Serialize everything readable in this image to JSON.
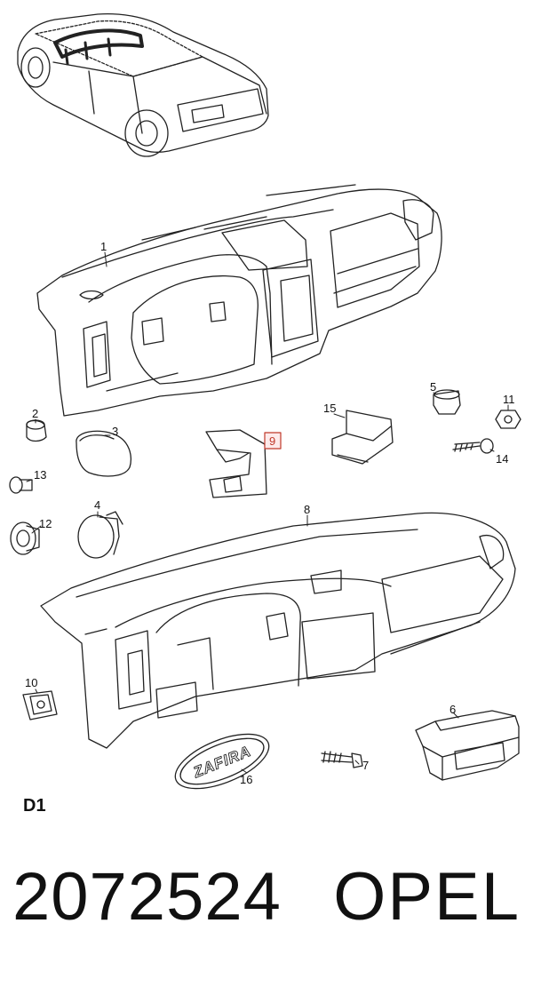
{
  "diagram": {
    "callouts": [
      {
        "id": "1",
        "text": "1",
        "highlighted": false
      },
      {
        "id": "2",
        "text": "2",
        "highlighted": false
      },
      {
        "id": "3",
        "text": "3",
        "highlighted": false
      },
      {
        "id": "4",
        "text": "4",
        "highlighted": false
      },
      {
        "id": "5",
        "text": "5",
        "highlighted": false
      },
      {
        "id": "6",
        "text": "6",
        "highlighted": false
      },
      {
        "id": "7",
        "text": "7",
        "highlighted": false
      },
      {
        "id": "8",
        "text": "8",
        "highlighted": false
      },
      {
        "id": "9",
        "text": "9",
        "highlighted": true
      },
      {
        "id": "10",
        "text": "10",
        "highlighted": false
      },
      {
        "id": "11",
        "text": "11",
        "highlighted": false
      },
      {
        "id": "12",
        "text": "12",
        "highlighted": false
      },
      {
        "id": "13",
        "text": "13",
        "highlighted": false
      },
      {
        "id": "14",
        "text": "14",
        "highlighted": false
      },
      {
        "id": "15",
        "text": "15",
        "highlighted": false
      },
      {
        "id": "16",
        "text": "16",
        "highlighted": false
      }
    ],
    "emblem_text": "ZAFIRA",
    "sheet_code": "D1",
    "highlight_color": "#c0392b"
  },
  "footer": {
    "part_number": "2072524",
    "brand": "OPEL"
  }
}
